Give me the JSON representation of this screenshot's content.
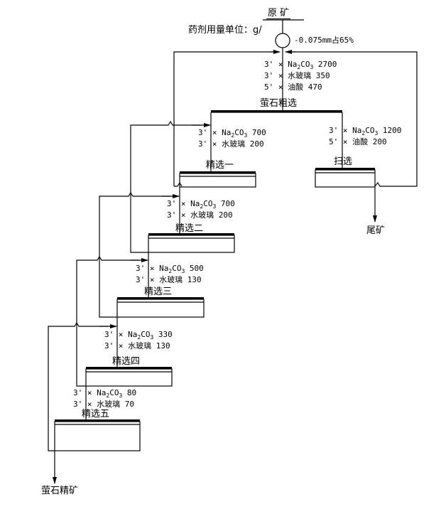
{
  "title": "萤石浮选工艺流程图",
  "feed": {
    "label": "原  矿"
  },
  "reagent_unit_note": "药剂用量单位：g/",
  "grinding": {
    "spec": "-0.075mm占65%"
  },
  "stages": [
    {
      "id": "rougher",
      "label": "萤石粗选",
      "reagents": [
        {
          "time": "3'",
          "name": "Na2CO3",
          "dose": "2700"
        },
        {
          "time": "3'",
          "name": "水玻璃",
          "dose": "350"
        },
        {
          "time": "5'",
          "name": "油酸",
          "dose": "470"
        }
      ]
    },
    {
      "id": "cleaner1",
      "label": "精选一",
      "reagents": [
        {
          "time": "3'",
          "name": "Na2CO3",
          "dose": "700"
        },
        {
          "time": "3'",
          "name": "水玻璃",
          "dose": "200"
        }
      ]
    },
    {
      "id": "scavenger",
      "label": "扫选",
      "reagents": [
        {
          "time": "3'",
          "name": "Na2CO3",
          "dose": "1200"
        },
        {
          "time": "5'",
          "name": "油酸",
          "dose": "200"
        }
      ]
    },
    {
      "id": "cleaner2",
      "label": "精选二",
      "reagents": [
        {
          "time": "3'",
          "name": "Na2CO3",
          "dose": "700"
        },
        {
          "time": "3'",
          "name": "水玻璃",
          "dose": "200"
        }
      ]
    },
    {
      "id": "cleaner3",
      "label": "精选三",
      "reagents": [
        {
          "time": "3'",
          "name": "Na2CO3",
          "dose": "500"
        },
        {
          "time": "3'",
          "name": "水玻璃",
          "dose": "130"
        }
      ]
    },
    {
      "id": "cleaner4",
      "label": "精选四",
      "reagents": [
        {
          "time": "3'",
          "name": "Na2CO3",
          "dose": "330"
        },
        {
          "time": "3'",
          "name": "水玻璃",
          "dose": "130"
        }
      ]
    },
    {
      "id": "cleaner5",
      "label": "精选五",
      "reagents": [
        {
          "time": "3'",
          "name": "Na2CO3",
          "dose": "80"
        },
        {
          "time": "3'",
          "name": "水玻璃",
          "dose": "70"
        }
      ]
    }
  ],
  "products": {
    "tailings": "尾矿",
    "concentrate": "萤石精矿"
  },
  "symbols": {
    "addition_mark": "×"
  }
}
